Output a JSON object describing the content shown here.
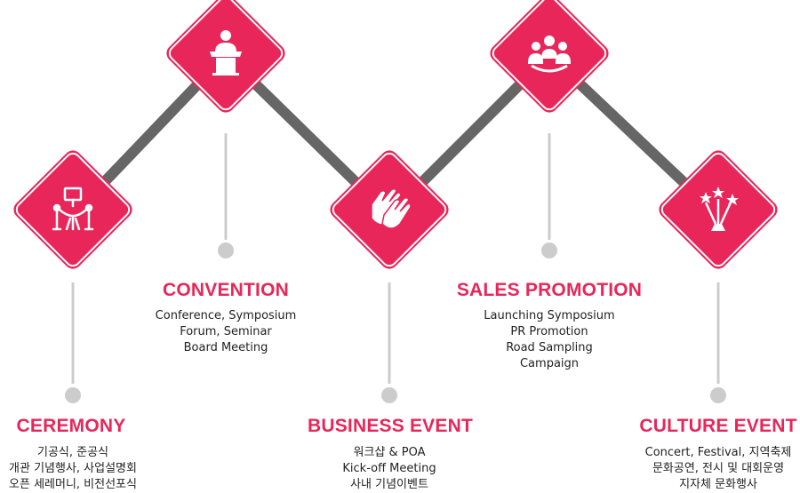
{
  "colors": {
    "accent": "#e8265a",
    "connector": "#666666",
    "stem": "#cccccc",
    "dot": "#cccccc"
  },
  "items": [
    {
      "title": "CEREMONY",
      "icon": "podium-stanchion-icon",
      "lines": [
        "기공식, 준공식",
        "개관 기념행사, 사업설명회",
        "오픈 세레머니, 비전선포식"
      ]
    },
    {
      "title": "CONVENTION",
      "icon": "speaker-podium-icon",
      "lines": [
        "Conference, Symposium",
        "Forum, Seminar",
        "Board Meeting"
      ]
    },
    {
      "title": "BUSINESS EVENT",
      "icon": "clapping-hands-icon",
      "lines": [
        "워크샵 & POA",
        "Kick-off Meeting",
        "사내 기념이벤트"
      ]
    },
    {
      "title": "SALES PROMOTION",
      "icon": "group-people-icon",
      "lines": [
        "Launching Symposium",
        "PR Promotion",
        "Road Sampling",
        "Campaign"
      ]
    },
    {
      "title": "CULTURE EVENT",
      "icon": "fireworks-icon",
      "lines": [
        "Concert, Festival, 지역축제",
        "문화공연, 전시 및 대회운영",
        "지자체 문화행사"
      ]
    }
  ]
}
